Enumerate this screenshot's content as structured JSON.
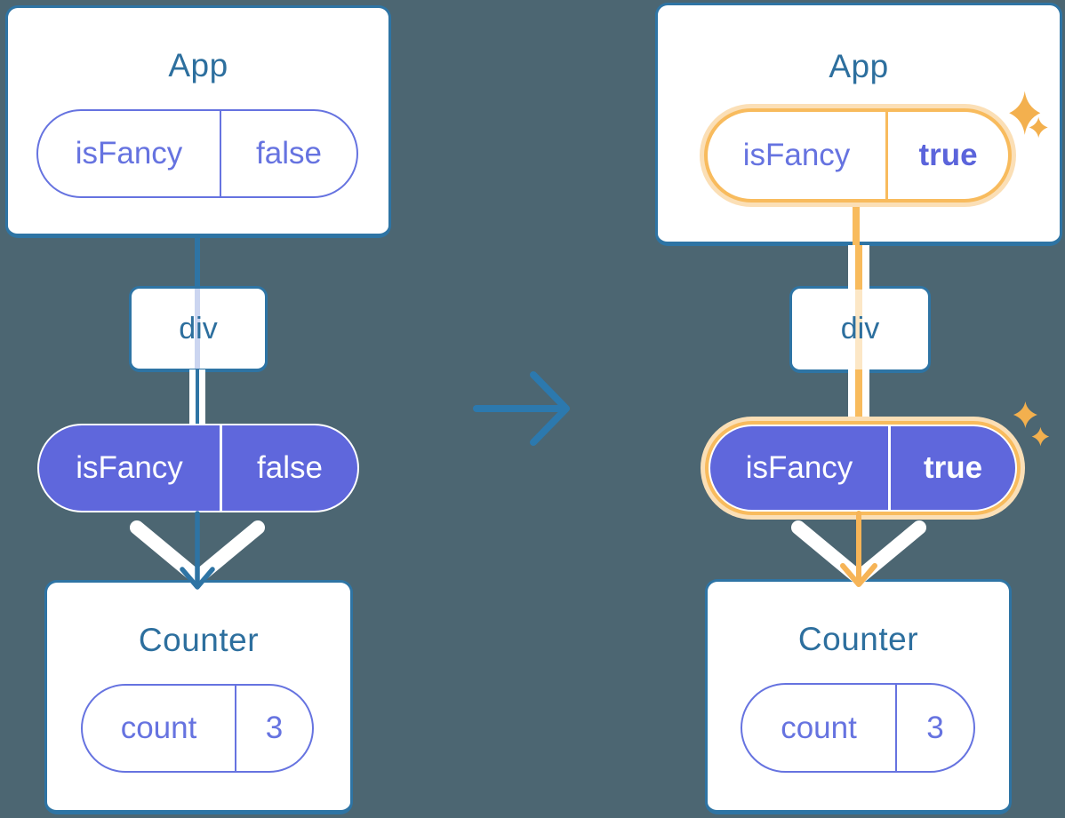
{
  "left_diagram": {
    "app_card": {
      "title": "App",
      "prop_pill": {
        "name": "isFancy",
        "value": "false"
      }
    },
    "div_node": {
      "label": "div"
    },
    "prop_pill": {
      "name": "isFancy",
      "value": "false"
    },
    "counter_card": {
      "title": "Counter",
      "state_pill": {
        "name": "count",
        "value": "3"
      }
    }
  },
  "right_diagram": {
    "app_card": {
      "title": "App",
      "prop_pill": {
        "name": "isFancy",
        "value": "true"
      }
    },
    "div_node": {
      "label": "div"
    },
    "prop_pill": {
      "name": "isFancy",
      "value": "true"
    },
    "counter_card": {
      "title": "Counter",
      "state_pill": {
        "name": "count",
        "value": "3"
      }
    }
  },
  "icons": {
    "transition": "right-arrow-icon",
    "flow_down": "down-arrow-chevron-icon",
    "highlight": "sparkles-icon"
  },
  "colors": {
    "background": "#4C6672",
    "card_border_blue": "#2E74A4",
    "title_text": "#2D6F9E",
    "purple_fill": "#5F67DC",
    "purple_outline_text": "#6673E0",
    "bold_true_text": "#5B64DB",
    "highlight_orange": "#F8BB5D",
    "highlight_peach": "#FBDFB6",
    "orange_arrow": "#F6B457",
    "sparkle_orange": "#F3B04E",
    "pass_through_lavender": "#CBD5F0",
    "pass_through_peach": "#FCE7C6"
  }
}
